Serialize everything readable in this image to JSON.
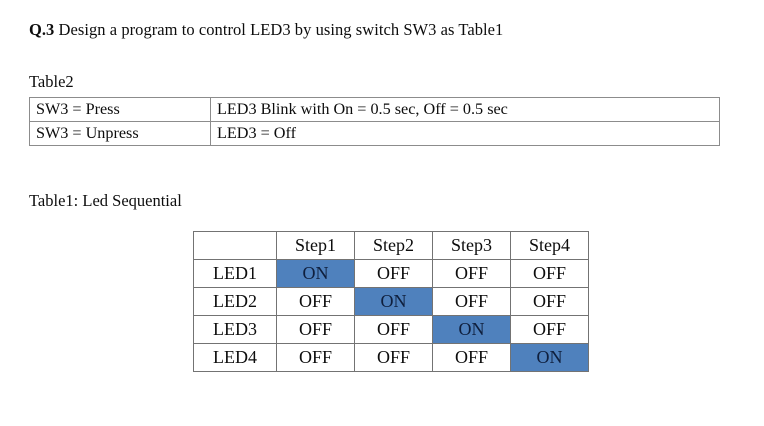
{
  "document": {
    "question": {
      "label": "Q.3",
      "text": "Design a program to control LED3 by using switch SW3 as Table1"
    },
    "table2": {
      "caption": "Table2",
      "rows": [
        {
          "condition": "SW3 = Press",
          "behavior": "LED3 Blink with On = 0.5 sec, Off = 0.5 sec"
        },
        {
          "condition": "SW3 = Unpress",
          "behavior": "LED3 = Off"
        }
      ]
    },
    "table1": {
      "caption": "Table1: Led Sequential",
      "corner_header": "",
      "column_headers": [
        "Step1",
        "Step2",
        "Step3",
        "Step4"
      ],
      "row_headers": [
        "LED1",
        "LED2",
        "LED3",
        "LED4"
      ],
      "cells": [
        [
          "ON",
          "OFF",
          "OFF",
          "OFF"
        ],
        [
          "OFF",
          "ON",
          "OFF",
          "OFF"
        ],
        [
          "OFF",
          "OFF",
          "ON",
          "OFF"
        ],
        [
          "OFF",
          "OFF",
          "OFF",
          "ON"
        ]
      ],
      "highlight_value": "ON",
      "highlight_color": "#4f81bd",
      "highlight_text_color": "#0f1f3d"
    }
  }
}
